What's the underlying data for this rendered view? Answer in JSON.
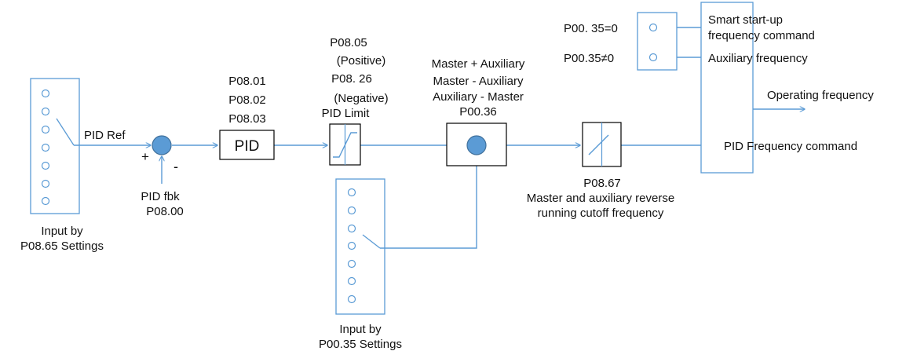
{
  "colors": {
    "line": "#5b9bd5",
    "node": "#5b9bd5",
    "node_stroke": "#41719c",
    "block": "#000000",
    "text": "#111111"
  },
  "labels": {
    "input_left": [
      "Input by",
      "P08.65 Settings"
    ],
    "pid_ref": "PID Ref",
    "plus": "+",
    "minus": "-",
    "pid_fbk": [
      "PID fbk",
      "P08.00"
    ],
    "pid_params": [
      "P08.01",
      "P08.02",
      "P08.03"
    ],
    "pid_block": "PID",
    "pid_limit_params": [
      "P08.05",
      "(Positive)",
      "P08. 26",
      "(Negative)"
    ],
    "pid_limit": "PID Limit",
    "combine_modes": [
      "Master + Auxiliary",
      "Master - Auxiliary",
      "Auxiliary - Master"
    ],
    "combine_param": "P00.36",
    "input_bottom": [
      "Input by",
      "P00.35 Settings"
    ],
    "cutoff_param": "P08.67",
    "cutoff_desc": [
      "Master and auxiliary reverse",
      "running cutoff frequency"
    ],
    "select_0": "P00. 35=0",
    "select_ne0": "P00.35≠0",
    "smart_startup": [
      "Smart start-up",
      "frequency command"
    ],
    "aux_freq": "Auxiliary frequency",
    "operating_freq": "Operating frequency",
    "pid_freq_cmd": "PID Frequency command"
  }
}
